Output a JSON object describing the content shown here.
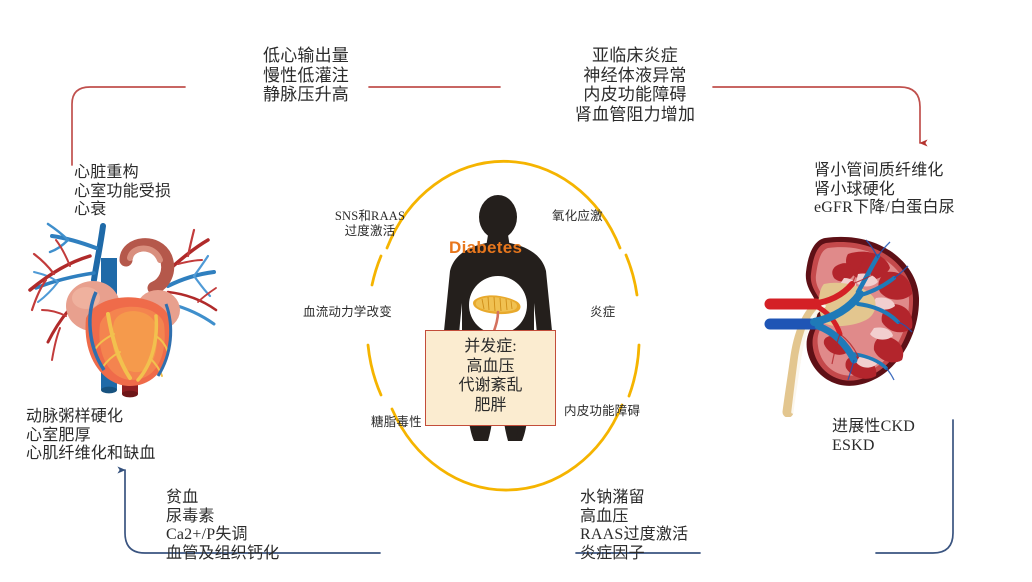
{
  "diagram": {
    "title": "Diabetes cardiorenal syndrome interaction diagram",
    "colors": {
      "red_arrow": "#c0504d",
      "blue_arrow": "#3a5480",
      "yellow_ellipse": "#f5b400",
      "diabetes_orange": "#e8771d",
      "box_fill": "#fbecd0",
      "box_border": "#c34d3a",
      "text": "#2b2b2b"
    }
  },
  "center": {
    "diabetes_label": "Diabetes",
    "complications_box": "并发症:\n高血压\n代谢紊乱\n肥胖",
    "ring_labels": {
      "top_left": "SNS和RAAS\n过度激活",
      "mid_left": "血流动力学改变",
      "bottom_left": "糖脂毒性",
      "top_right": "氧化应激",
      "mid_right": "炎症",
      "bottom_right": "内皮功能障碍"
    }
  },
  "heart": {
    "upper_label": "心脏重构\n心室功能受损\n心衰",
    "lower_label": "动脉粥样硬化\n心室肥厚\n心肌纤维化和缺血",
    "organ_name": "heart-illustration"
  },
  "kidney": {
    "upper_label": "肾小管间质纤维化\n肾小球硬化\neGFR下降/白蛋白尿",
    "lower_label": "进展性CKD\nESKD",
    "organ_name": "kidney-illustration"
  },
  "pathways": {
    "top_left_text": "低心输出量\n慢性低灌注\n静脉压升高",
    "top_right_text": "亚临床炎症\n神经体液异常\n内皮功能障碍\n肾血管阻力增加",
    "bottom_left_text": "贫血\n尿毒素\nCa2+/P失调\n血管及组织钙化",
    "bottom_right_text": "水钠潴留\n高血压\nRAAS过度激活\n炎症因子"
  }
}
